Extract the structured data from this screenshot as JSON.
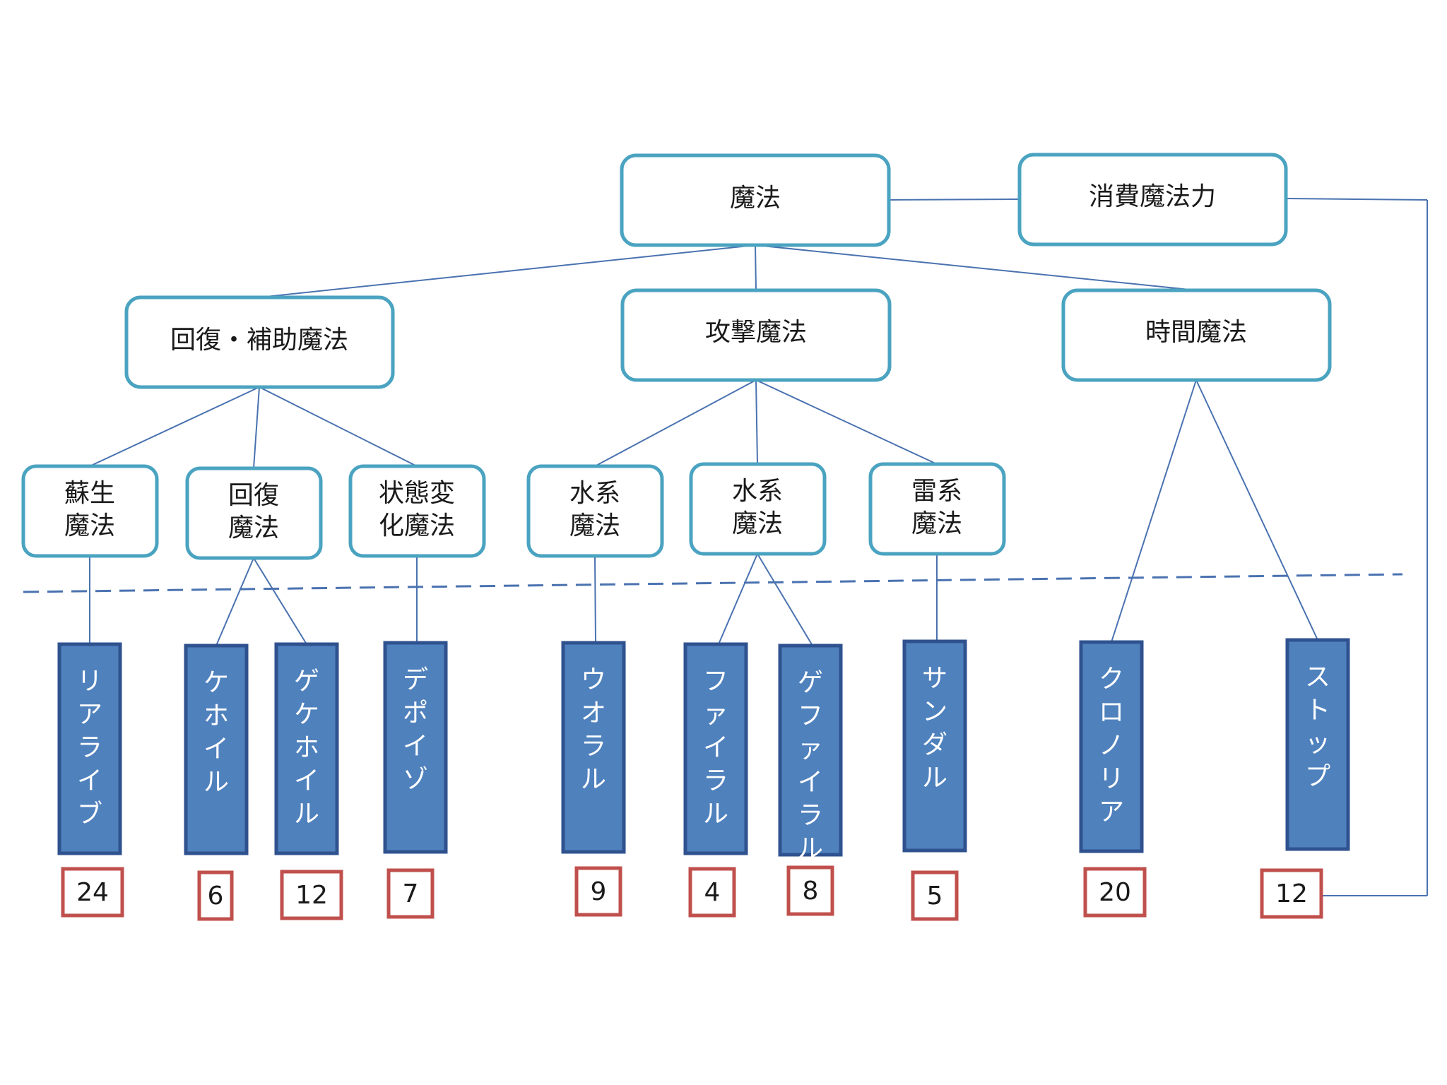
{
  "root": {
    "label": "魔法"
  },
  "cost_header": {
    "label": "消費魔法力"
  },
  "categories": [
    {
      "id": "support",
      "label": "回復・補助魔法"
    },
    {
      "id": "attack",
      "label": "攻撃魔法"
    },
    {
      "id": "time",
      "label": "時間魔法"
    }
  ],
  "subcategories": [
    {
      "id": "revive",
      "parent": "support",
      "lines": [
        "蘇生",
        "魔法"
      ]
    },
    {
      "id": "heal",
      "parent": "support",
      "lines": [
        "回復",
        "魔法"
      ]
    },
    {
      "id": "status",
      "parent": "support",
      "lines": [
        "状態変",
        "化魔法"
      ]
    },
    {
      "id": "water1",
      "parent": "attack",
      "lines": [
        "水系",
        "魔法"
      ]
    },
    {
      "id": "water2",
      "parent": "attack",
      "lines": [
        "水系",
        "魔法"
      ]
    },
    {
      "id": "thunder",
      "parent": "attack",
      "lines": [
        "雷系",
        "魔法"
      ]
    }
  ],
  "spells": [
    {
      "name": "リアライブ",
      "parent": "revive",
      "cost": "24"
    },
    {
      "name": "ケホイル",
      "parent": "heal",
      "cost": "6"
    },
    {
      "name": "ゲケホイル",
      "parent": "heal",
      "cost": "12"
    },
    {
      "name": "デポイゾ",
      "parent": "status",
      "cost": "7"
    },
    {
      "name": "ウオラル",
      "parent": "water1",
      "cost": "9"
    },
    {
      "name": "ファイラル",
      "parent": "water2",
      "cost": "4"
    },
    {
      "name": "ゲファイラル",
      "parent": "water2",
      "cost": "8"
    },
    {
      "name": "サンダル",
      "parent": "thunder",
      "cost": "5"
    },
    {
      "name": "クロノリア",
      "parent": "time",
      "cost": "20"
    },
    {
      "name": "ストップ",
      "parent": "time",
      "cost": "12"
    }
  ],
  "colors": {
    "box_border": "#4aa3c0",
    "connector": "#4a72b0",
    "spell_fill": "#4f81bd",
    "spell_border": "#2f528f",
    "cost_border": "#c0504d",
    "dashed_line": "#4a72b0"
  }
}
